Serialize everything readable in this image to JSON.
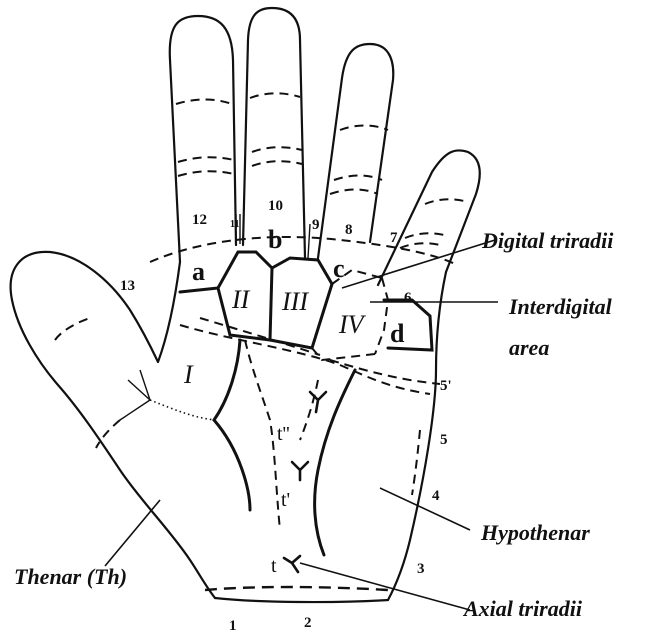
{
  "callouts": {
    "digital_triradii": "Digital triradii",
    "interdigital_line1": "Interdigital",
    "interdigital_line2": "area",
    "hypothenar": "Hypothenar",
    "thenar": "Thenar (Th)",
    "axial_triradii": "Axial triradii"
  },
  "triradii_letters": {
    "a": "a",
    "b": "b",
    "c": "c",
    "d": "d"
  },
  "axial_labels": {
    "t": "t",
    "t_prime": "t'",
    "t_double_prime": "t''"
  },
  "interdigital_areas": {
    "I": "I",
    "II": "II",
    "III": "III",
    "IV": "IV"
  },
  "numbers": {
    "n1": "1",
    "n2": "2",
    "n3": "3",
    "n4": "4",
    "n5": "5",
    "n5p": "5'",
    "n6": "6",
    "n7": "7",
    "n8": "8",
    "n9": "9",
    "n10": "10",
    "n11": "11",
    "n12": "12",
    "n13": "13"
  }
}
